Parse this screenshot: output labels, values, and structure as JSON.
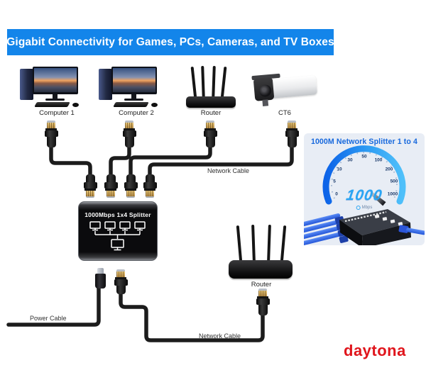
{
  "banner": {
    "title": "Gigabit Connectivity for Games, PCs, Cameras, and TV Boxes",
    "bg_color": "#1385ea",
    "text_color": "#ffffff"
  },
  "labels": {
    "computer1": "Computer 1",
    "computer2": "Computer 2",
    "router_top": "Router",
    "ct6": "CT6",
    "router_bottom": "Router",
    "network_cable_top": "Network Cable",
    "network_cable_bottom": "Network Cable",
    "power_cable": "Power Cable"
  },
  "splitter": {
    "label": "1000Mbps 1x4 Splitter",
    "ports_in": 1,
    "ports_out": 4
  },
  "panel": {
    "title": "1000M Network Splitter 1 to 4",
    "bg_color": "#e8edf5",
    "title_color": "#1668dd",
    "gauge": {
      "ticks": [
        "0",
        "5",
        "10",
        "30",
        "50",
        "100",
        "200",
        "500",
        "1000"
      ],
      "value": "1000",
      "unit": "Mbps",
      "value_color": "#2aa5f4",
      "arc_colors": [
        "#0c63e8",
        "#2f9df3",
        "#4fc0fa"
      ]
    }
  },
  "brand": {
    "name": "daytona",
    "color": "#e0151c"
  }
}
